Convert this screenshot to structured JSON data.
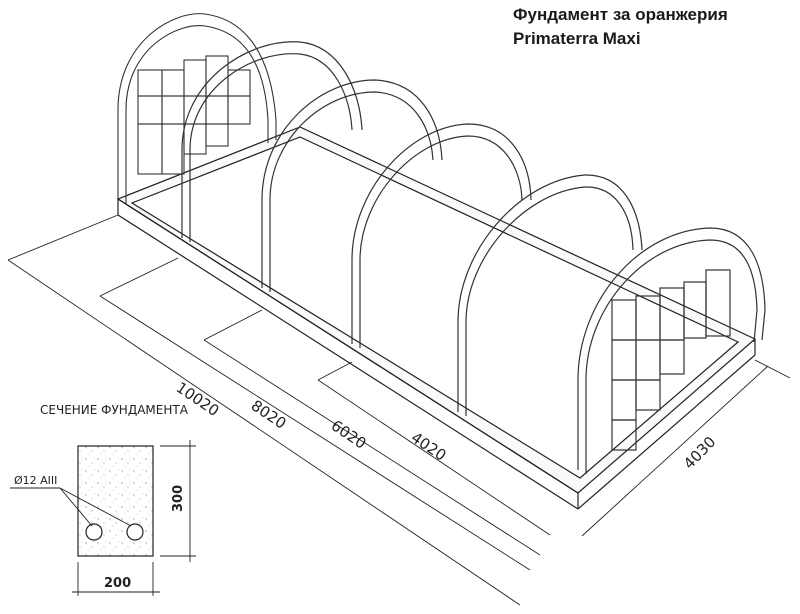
{
  "title": {
    "line1": "Фундамент за оранжерия",
    "line2": "Primaterra Maxi"
  },
  "dimensions": {
    "length_outer": "10020",
    "length_2": "8020",
    "length_3": "6020",
    "length_4": "4020",
    "width": "4030"
  },
  "section": {
    "heading": "СЕЧЕНИЕ ФУНДАМЕНТА",
    "rebar": "Ø12 AIII",
    "height": "300",
    "width": "200"
  }
}
